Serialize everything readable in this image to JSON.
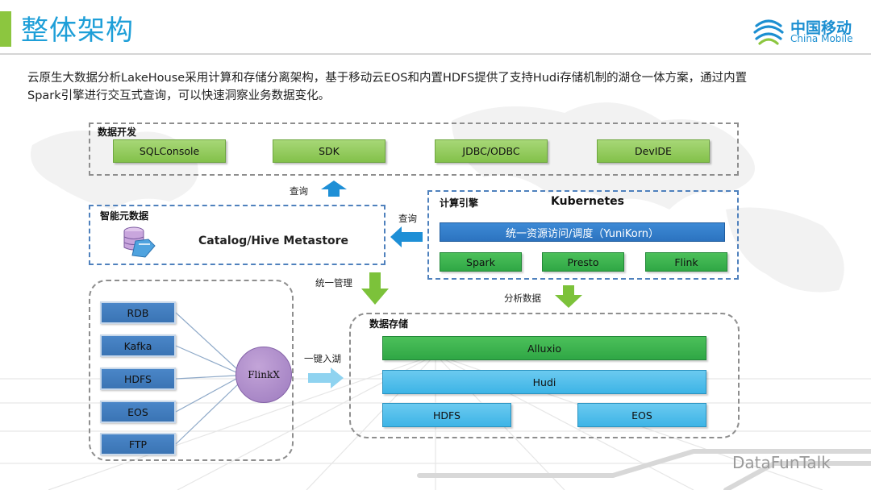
{
  "header": {
    "title": "整体架构",
    "logo_cn": "中国移动",
    "logo_en": "China Mobile"
  },
  "intro_lines": [
    "云原生大数据分析LakeHouse采用计算和存储分离架构，基于移动云EOS和内置HDFS提供了支持Hudi存储机制的湖仓一体方案，通过内置",
    "Spark引擎进行交互式查询，可以快速洞察业务数据变化。"
  ],
  "dev": {
    "label": "数据开发",
    "tools": [
      "SQLConsole",
      "SDK",
      "JDBC/ODBC",
      "DevIDE"
    ]
  },
  "meta": {
    "label": "智能元数据",
    "name": "Catalog/Hive Metastore"
  },
  "compute": {
    "label": "计算引擎",
    "platform": "Kubernetes",
    "scheduler": "统一资源访问/调度（YuniKorn）",
    "engines": [
      "Spark",
      "Presto",
      "Flink"
    ]
  },
  "sources": {
    "items": [
      "RDB",
      "Kafka",
      "HDFS",
      "EOS",
      "FTP"
    ],
    "hub": "FlinkX"
  },
  "storage": {
    "label": "数据存储",
    "layers": [
      "Alluxio",
      "Hudi"
    ],
    "backends": [
      "HDFS",
      "EOS"
    ]
  },
  "arrows": {
    "query_up": "查询",
    "query_left": "查询",
    "manage": "统一管理",
    "analyze": "分析数据",
    "ingest": "一键入湖"
  },
  "watermark": "DataFunTalk",
  "colors": {
    "title": "#1e9fd8",
    "accent_green": "#8cc63f",
    "arrow_blue": "#1e8fd6",
    "arrow_green": "#7cc23a",
    "arrow_light_blue": "#8fd3f0"
  }
}
